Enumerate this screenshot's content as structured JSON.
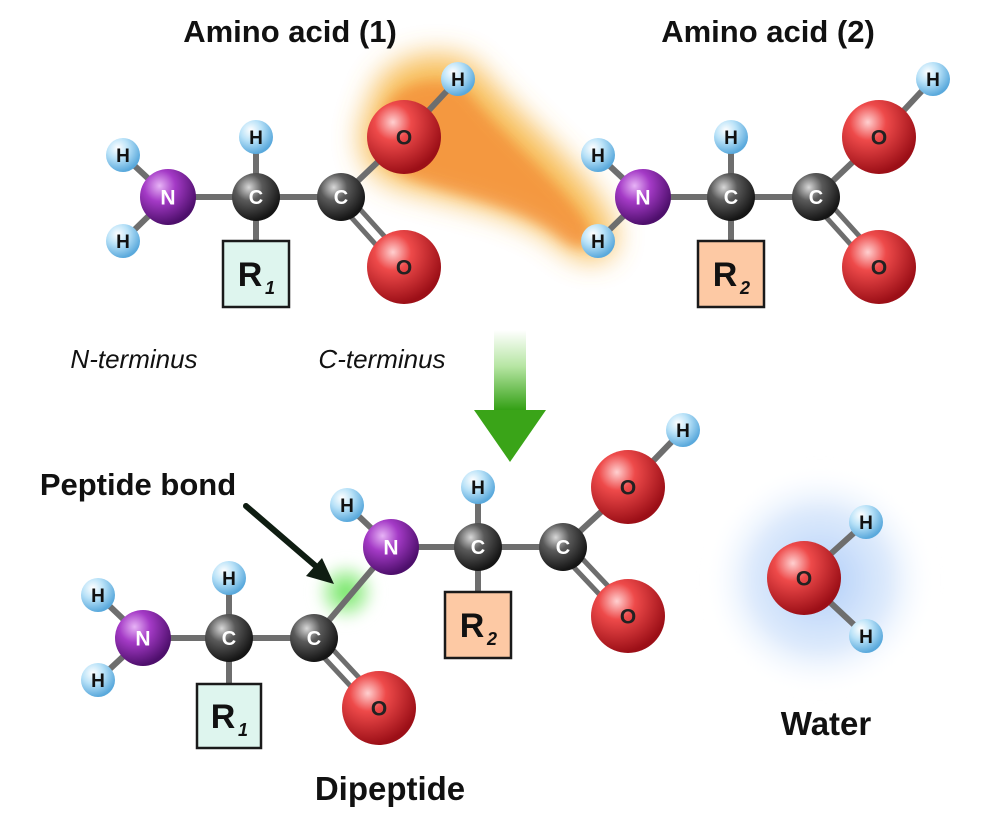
{
  "labels": {
    "amino_acid_1": "Amino acid (1)",
    "amino_acid_2": "Amino acid (2)",
    "n_terminus": "N-terminus",
    "c_terminus": "C-terminus",
    "peptide_bond": "Peptide bond",
    "dipeptide": "Dipeptide",
    "water": "Water"
  },
  "atoms": {
    "hydrogen": "H",
    "nitrogen": "N",
    "carbon": "C",
    "oxygen": "O"
  },
  "side_chains": {
    "r1": {
      "main": "R",
      "sub": "1"
    },
    "r2": {
      "main": "R",
      "sub": "2"
    }
  },
  "colors": {
    "hydrogen": "#9fd3f3",
    "nitrogen": "#9b2fbf",
    "carbon": "#555555",
    "oxygen": "#d81f2a",
    "r1_box": "#def5ee",
    "r2_box": "#fdc9a4",
    "arrow": "#3fa81c",
    "peptide_glow": "#6fe05a",
    "water_glow": "#b8d4f8",
    "reaction_glow": "#f7a23a"
  },
  "icons": {
    "reaction_arrow": "down-arrow-icon",
    "pointer_arrow": "pointer-arrow-icon"
  }
}
